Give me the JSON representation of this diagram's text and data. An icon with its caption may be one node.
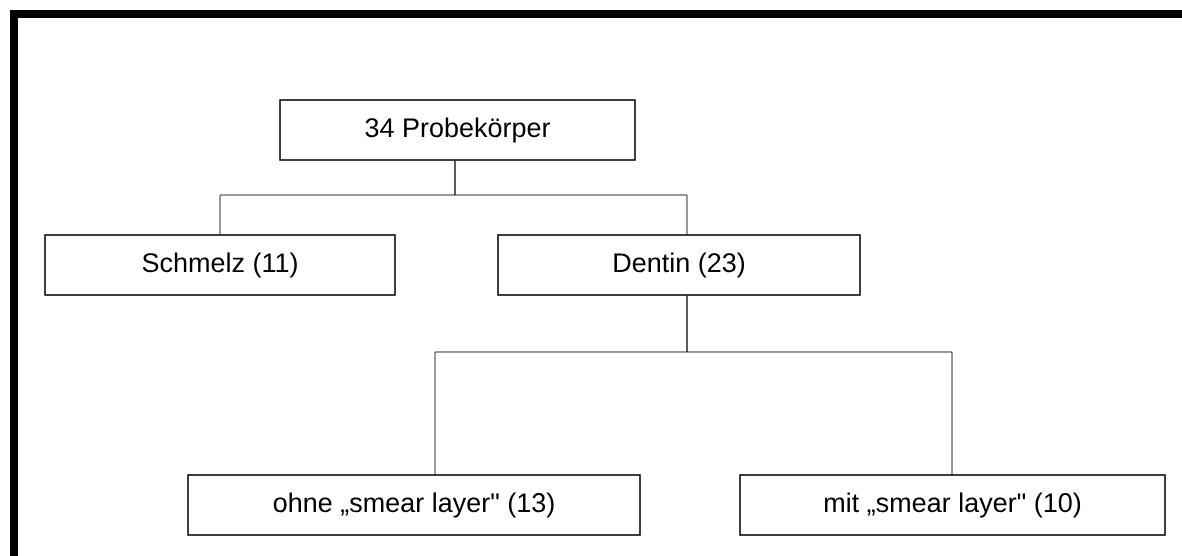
{
  "diagram": {
    "nodes": [
      {
        "text": [
          "34 Probekörper"
        ]
      },
      {
        "text": [
          "Schmelz (11)"
        ]
      },
      {
        "text": [
          "Dentin (23)"
        ]
      },
      {
        "text": [
          "ohne „smear layer\" (13)"
        ]
      },
      {
        "text": [
          "mit „smear layer\" (10)"
        ]
      }
    ],
    "edges": [
      {
        "from": 0,
        "to": 1,
        "arrow": "none"
      },
      {
        "from": 0,
        "to": 2,
        "arrow": "none"
      },
      {
        "from": 2,
        "to": 3,
        "arrow": "none"
      },
      {
        "from": 2,
        "to": 4,
        "arrow": "none"
      }
    ]
  }
}
